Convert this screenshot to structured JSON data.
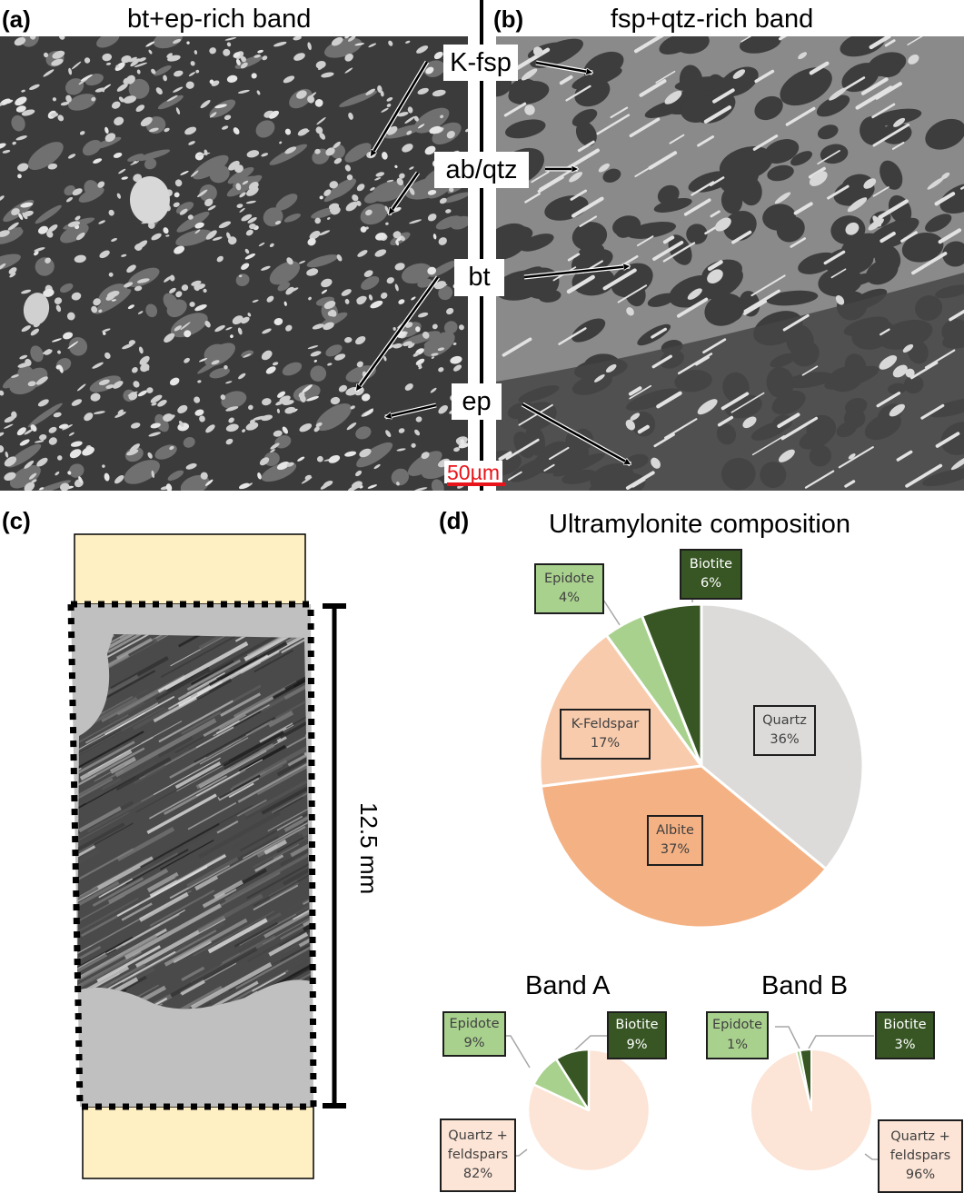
{
  "panels": {
    "a": {
      "letter": "(a)",
      "title": "bt+ep-rich band"
    },
    "b": {
      "letter": "(b)",
      "title": "fsp+qtz-rich band"
    },
    "c": {
      "letter": "(c)",
      "scale_label": "12.5 mm"
    },
    "d": {
      "letter": "(d)"
    }
  },
  "callouts": [
    {
      "id": "k-fsp",
      "label": "K-fsp"
    },
    {
      "id": "ab-qtz",
      "label": "ab/qtz"
    },
    {
      "id": "bt",
      "label": "bt"
    },
    {
      "id": "ep",
      "label": "ep"
    }
  ],
  "scale_bar": {
    "label": "50µm",
    "color": "#e8141b"
  },
  "colors": {
    "quartz": "#dcdbda",
    "albite": "#f4b183",
    "k_feldspar": "#f8cbad",
    "epidote": "#a9d18e",
    "biotite": "#375623",
    "quartz_feldspars": "#fce4d6",
    "holder": "#fff0c4",
    "mount": "#c0c0c0"
  },
  "chart_data": [
    {
      "type": "pie",
      "title": "Ultramylonite composition",
      "unit": "%",
      "slices": [
        {
          "name": "Quartz",
          "value": 36,
          "label": "36%"
        },
        {
          "name": "Albite",
          "value": 37,
          "label": "37%"
        },
        {
          "name": "K-Feldspar",
          "value": 17,
          "label": "17%"
        },
        {
          "name": "Epidote",
          "value": 4,
          "label": "4%"
        },
        {
          "name": "Biotite",
          "value": 6,
          "label": "6%"
        }
      ]
    },
    {
      "type": "pie",
      "title": "Band A",
      "unit": "%",
      "slices": [
        {
          "name": "Quartz + feldspars",
          "name_lines": [
            "Quartz +",
            "feldspars"
          ],
          "value": 82,
          "label": "82%"
        },
        {
          "name": "Epidote",
          "value": 9,
          "label": "9%"
        },
        {
          "name": "Biotite",
          "value": 9,
          "label": "9%"
        }
      ]
    },
    {
      "type": "pie",
      "title": "Band B",
      "unit": "%",
      "slices": [
        {
          "name": "Quartz + feldspars",
          "name_lines": [
            "Quartz +",
            "feldspars"
          ],
          "value": 96,
          "label": "96%"
        },
        {
          "name": "Epidote",
          "value": 1,
          "label": "1%"
        },
        {
          "name": "Biotite",
          "value": 3,
          "label": "3%"
        }
      ]
    }
  ]
}
